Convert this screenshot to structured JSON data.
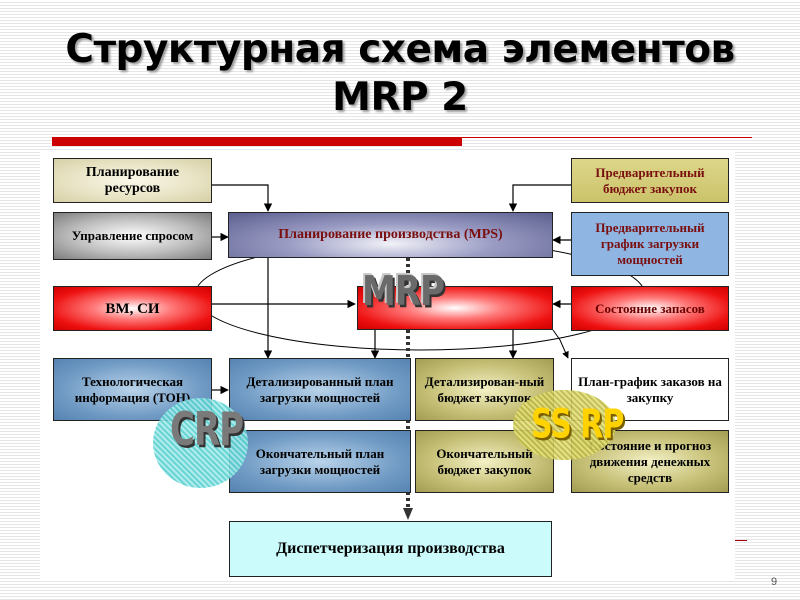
{
  "slide": {
    "title_line1": "Структурная схема элементов",
    "title_line2": "MRP 2",
    "page_number": "9",
    "accent_color": "#cc0000"
  },
  "diagram": {
    "boxes": {
      "resource_planning": "Планирование ресурсов",
      "demand_management": "Управление спросом",
      "mps": "Планирование производства (MPS)",
      "bom": "ВМ, СИ",
      "prelim_purchase_budget": "Предварительный бюджет закупок",
      "prelim_capacity_schedule": "Предварительный график загрузки мощностей",
      "inventory_status": "Состояние запасов",
      "tech_info": "Технологическая информация (ТОН)",
      "detailed_capacity_plan": "Детализированный план загрузки мощностей",
      "detailed_purchase_budget": "Детализирован-ный бюджет закупок",
      "purchase_order_schedule": "План-график заказов на закупку",
      "final_capacity_plan": "Окончательный план загрузки мощностей",
      "final_purchase_budget": "Окончательный бюджет закупок",
      "cash_flow": "Состояние и прогноз движения денежных средств",
      "dispatching": "Диспетчеризация производства"
    },
    "badges": {
      "mrp": "MRP",
      "crp": "CRP",
      "ssrp": "SS RP"
    }
  }
}
